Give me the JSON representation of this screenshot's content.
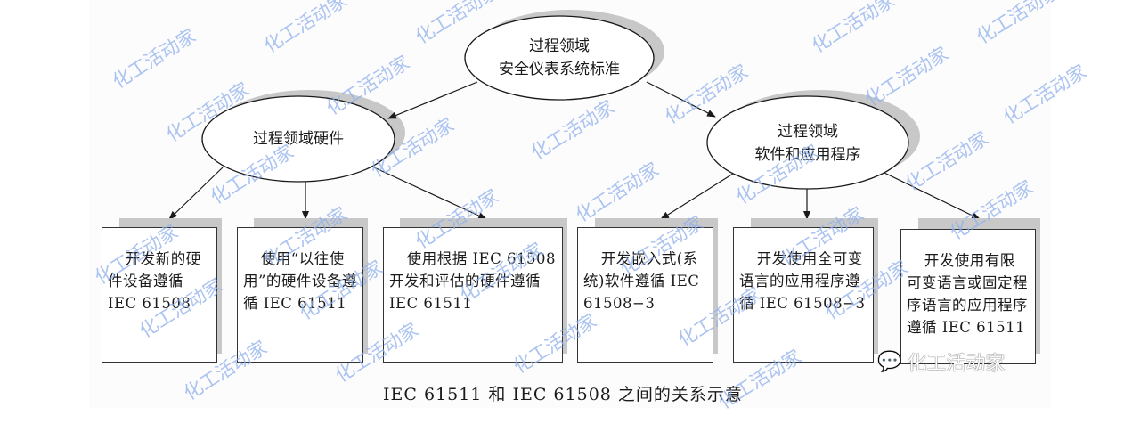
{
  "diagram": {
    "root": {
      "line1": "过程领域",
      "line2": "安全仪表系统标准"
    },
    "hardware": {
      "label": "过程领域硬件"
    },
    "software": {
      "line1": "过程领域",
      "line2": "软件和应用程序"
    },
    "boxes": [
      {
        "text": "开发新的硬件设备遵循 IEC 61508"
      },
      {
        "text": "使用“以往使用”的硬件设备遵循 IEC 61511"
      },
      {
        "text": "使用根据 IEC 61508 开发和评估的硬件遵循 IEC 61511"
      },
      {
        "text": "开发嵌入式(系统)软件遵循 IEC 61508−3"
      },
      {
        "text": "开发使用全可变语言的应用程序遵循 IEC 61508−3"
      },
      {
        "text": "开发使用有限可变语言或固定程序语言的应用程序遵循 IEC 61511"
      }
    ],
    "caption": "IEC 61511 和 IEC 61508 之间的关系示意"
  },
  "watermark": {
    "text": "化工活动家",
    "brand": "化工活动家",
    "brand_icon": "wechat-icon"
  },
  "colors": {
    "line": "#1a1a1a",
    "shadow": "#c8c8c8",
    "watermark": "#8fb0ec"
  }
}
